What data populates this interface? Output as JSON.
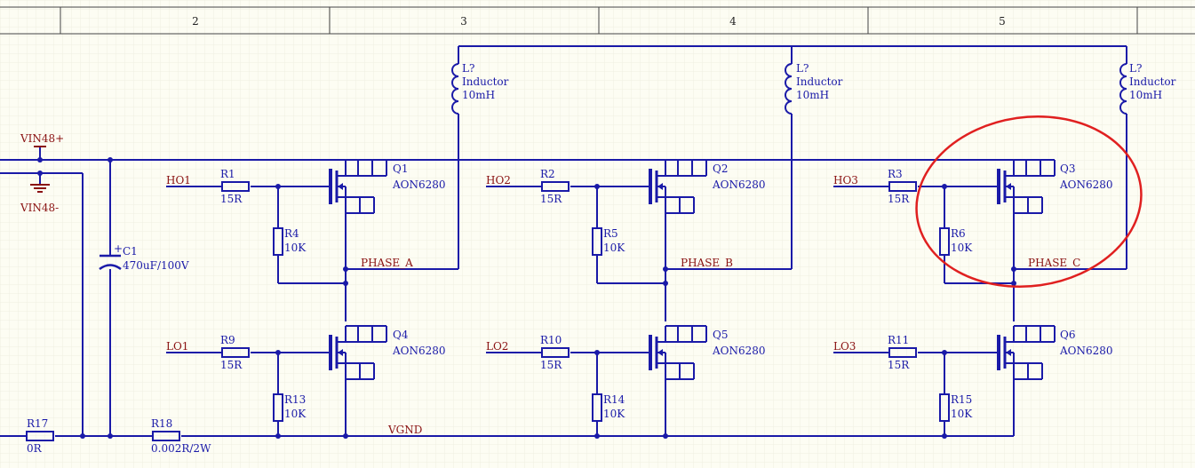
{
  "colors": {
    "background": "#fdfdf3",
    "wire": "#1a1aa8",
    "net_label": "#8a1212",
    "highlight": "#e02020",
    "grid": "#efeee2"
  },
  "border": {
    "columns": [
      "2",
      "3",
      "4",
      "5"
    ]
  },
  "power": {
    "vin_plus": "VIN48+",
    "vin_minus": "VIN48-"
  },
  "capacitor": {
    "ref": "C1",
    "value": "470uF/100V",
    "polarity": "+"
  },
  "nets": {
    "phase_a": "PHASE_A",
    "phase_b": "PHASE_B",
    "phase_c": "PHASE_C",
    "vgnd": "VGND"
  },
  "inputs": {
    "ho1": "HO1",
    "ho2": "HO2",
    "ho3": "HO3",
    "lo1": "LO1",
    "lo2": "LO2",
    "lo3": "LO3"
  },
  "inductors": [
    {
      "ref": "L?",
      "type": "Inductor",
      "value": "10mH"
    },
    {
      "ref": "L?",
      "type": "Inductor",
      "value": "10mH"
    },
    {
      "ref": "L?",
      "type": "Inductor",
      "value": "10mH"
    }
  ],
  "mosfets": {
    "q1": {
      "ref": "Q1",
      "part": "AON6280"
    },
    "q2": {
      "ref": "Q2",
      "part": "AON6280"
    },
    "q3": {
      "ref": "Q3",
      "part": "AON6280"
    },
    "q4": {
      "ref": "Q4",
      "part": "AON6280"
    },
    "q5": {
      "ref": "Q5",
      "part": "AON6280"
    },
    "q6": {
      "ref": "Q6",
      "part": "AON6280"
    }
  },
  "resistors": {
    "r1": {
      "ref": "R1",
      "value": "15R"
    },
    "r2": {
      "ref": "R2",
      "value": "15R"
    },
    "r3": {
      "ref": "R3",
      "value": "15R"
    },
    "r4": {
      "ref": "R4",
      "value": "10K"
    },
    "r5": {
      "ref": "R5",
      "value": "10K"
    },
    "r6": {
      "ref": "R6",
      "value": "10K"
    },
    "r9": {
      "ref": "R9",
      "value": "15R"
    },
    "r10": {
      "ref": "R10",
      "value": "15R"
    },
    "r11": {
      "ref": "R11",
      "value": "15R"
    },
    "r13": {
      "ref": "R13",
      "value": "10K"
    },
    "r14": {
      "ref": "R14",
      "value": "10K"
    },
    "r15": {
      "ref": "R15",
      "value": "10K"
    },
    "r17": {
      "ref": "R17",
      "value": "0R"
    },
    "r18": {
      "ref": "R18",
      "value": "0.002R/2W"
    }
  },
  "annotation": {
    "shape": "ellipse",
    "color": "#e02020",
    "encircles": "Q3"
  }
}
